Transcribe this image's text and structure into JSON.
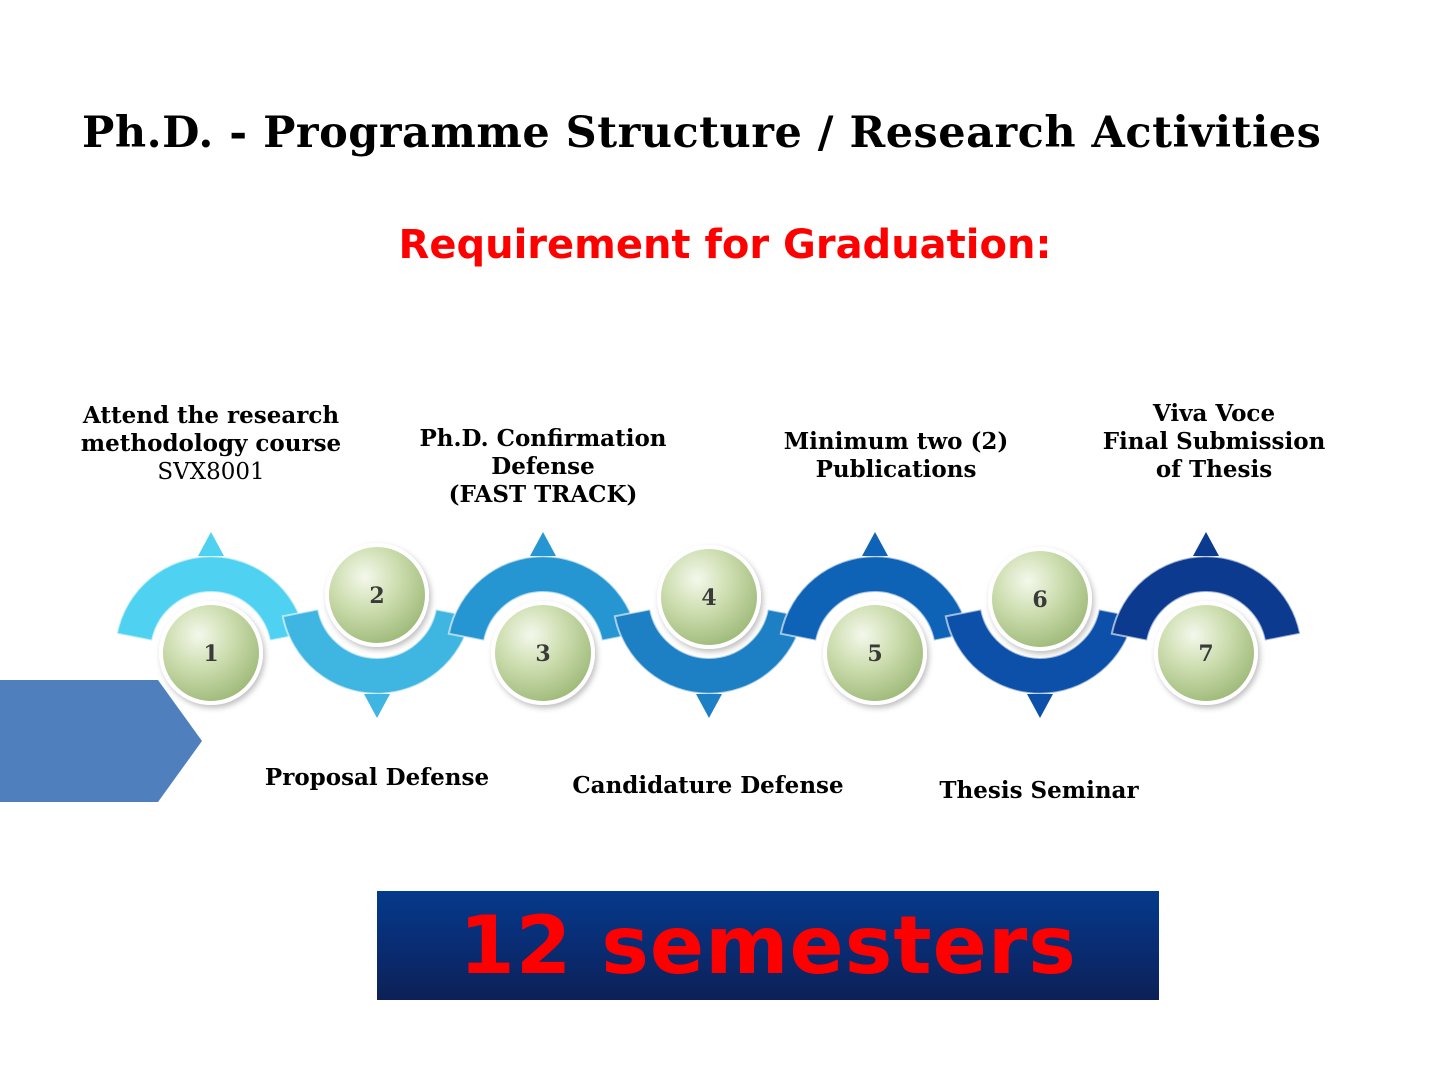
{
  "title": "Ph.D. - Programme Structure / Research Activities",
  "subtitle": "Requirement for Graduation:",
  "steps": [
    {
      "number": "1",
      "lines": [
        "Attend the research",
        "methodology course"
      ],
      "sub": "SVX8001"
    },
    {
      "number": "2",
      "lines": [
        "Proposal Defense"
      ]
    },
    {
      "number": "3",
      "lines": [
        "Ph.D. Confirmation",
        "Defense",
        "(FAST TRACK)"
      ]
    },
    {
      "number": "4",
      "lines": [
        "Candidature Defense"
      ]
    },
    {
      "number": "5",
      "lines": [
        "Minimum two (2)",
        "Publications"
      ]
    },
    {
      "number": "6",
      "lines": [
        "Thesis  Seminar"
      ]
    },
    {
      "number": "7",
      "lines": [
        "Viva Voce",
        "Final Submission",
        "of Thesis"
      ]
    }
  ],
  "duration": "12 semesters",
  "colors": {
    "arc": [
      "#4fd2f2",
      "#3fb5e2",
      "#2596d2",
      "#1d7fc4",
      "#0f63b6",
      "#0d50aa",
      "#0c3a8e"
    ],
    "circle": "#c6d9a6",
    "arrow": "#4f80bd",
    "banner": "#0a2a6e",
    "accent": "#ff0000"
  }
}
